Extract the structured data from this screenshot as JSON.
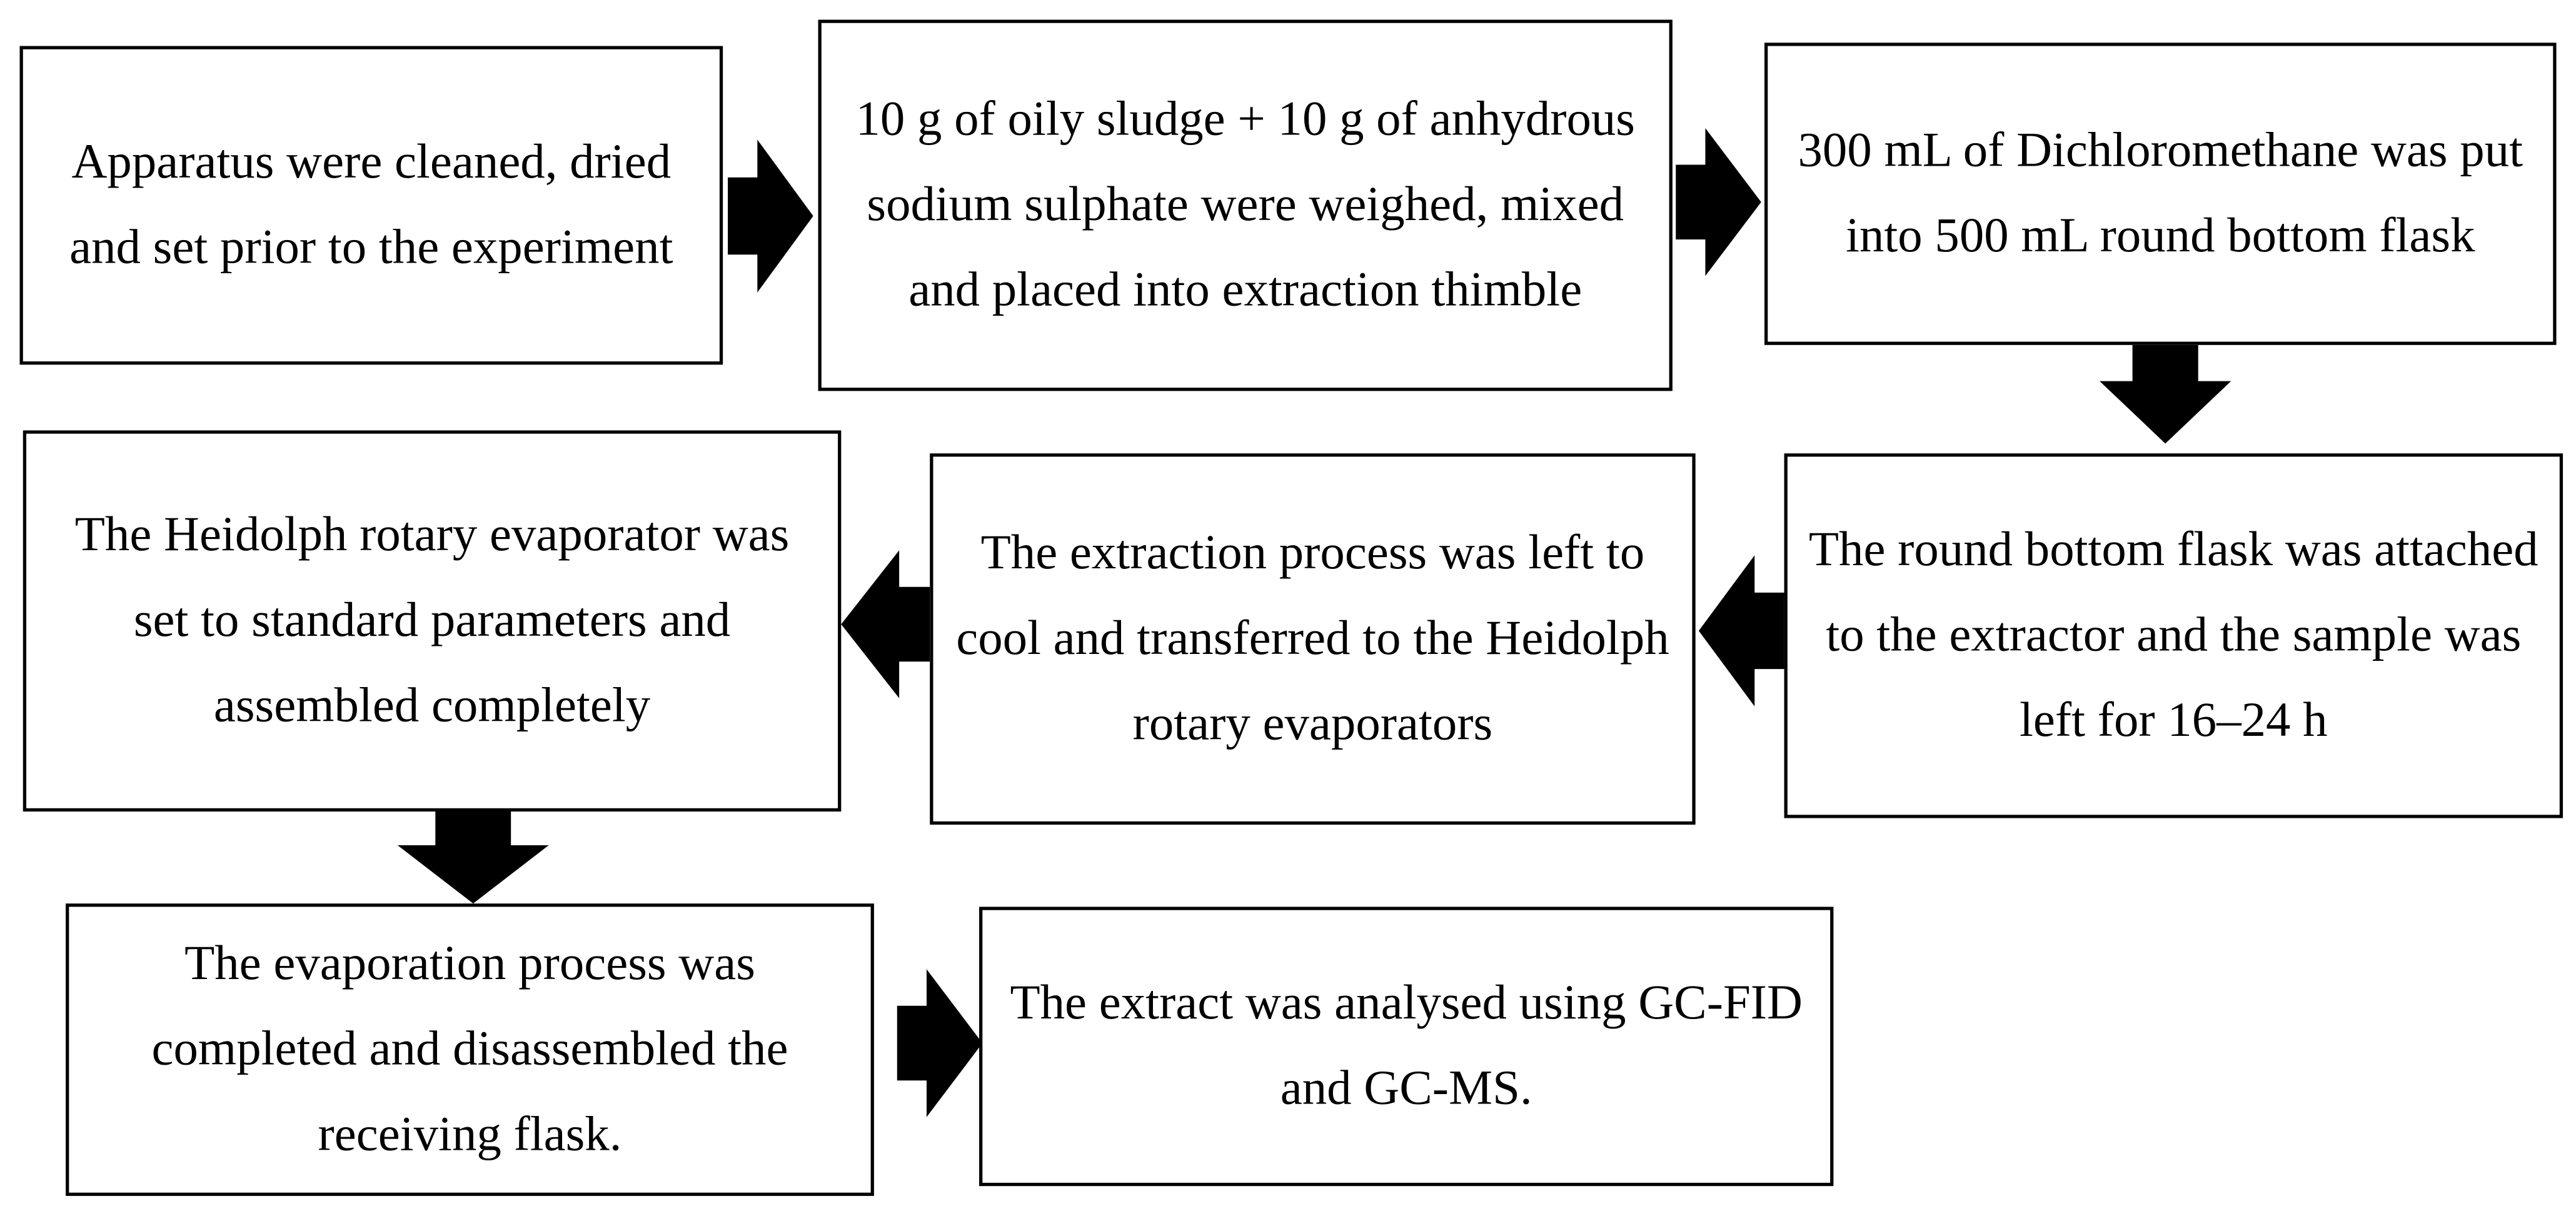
{
  "steps": [
    {
      "text": "Apparatus were cleaned, dried and set prior to the experiment"
    },
    {
      "text": "10 g of oily sludge + 10 g of anhydrous sodium sulphate were weighed, mixed and placed into extraction thimble"
    },
    {
      "text": "300 mL of Dichloromethane was put into 500 mL round bottom flask"
    },
    {
      "text": "The round bottom flask was attached to the extractor and the sample was left for 16–24 h"
    },
    {
      "text": "The extraction process was left to cool and transferred to the Heidolph rotary evaporators"
    },
    {
      "text": "The Heidolph rotary evaporator was set to standard parameters and assembled completely"
    },
    {
      "text": "The evaporation process was completed and disassembled the receiving flask."
    },
    {
      "text": "The extract was analysed using GC-FID and GC-MS."
    }
  ],
  "arrows": [
    {
      "from": 1,
      "to": 2,
      "direction": "right"
    },
    {
      "from": 2,
      "to": 3,
      "direction": "right"
    },
    {
      "from": 3,
      "to": 4,
      "direction": "down"
    },
    {
      "from": 4,
      "to": 5,
      "direction": "left"
    },
    {
      "from": 5,
      "to": 6,
      "direction": "left"
    },
    {
      "from": 6,
      "to": 7,
      "direction": "down"
    },
    {
      "from": 7,
      "to": 8,
      "direction": "right"
    }
  ],
  "colors": {
    "box_border": "#000000",
    "arrow_fill": "#000000",
    "background": "#ffffff"
  }
}
